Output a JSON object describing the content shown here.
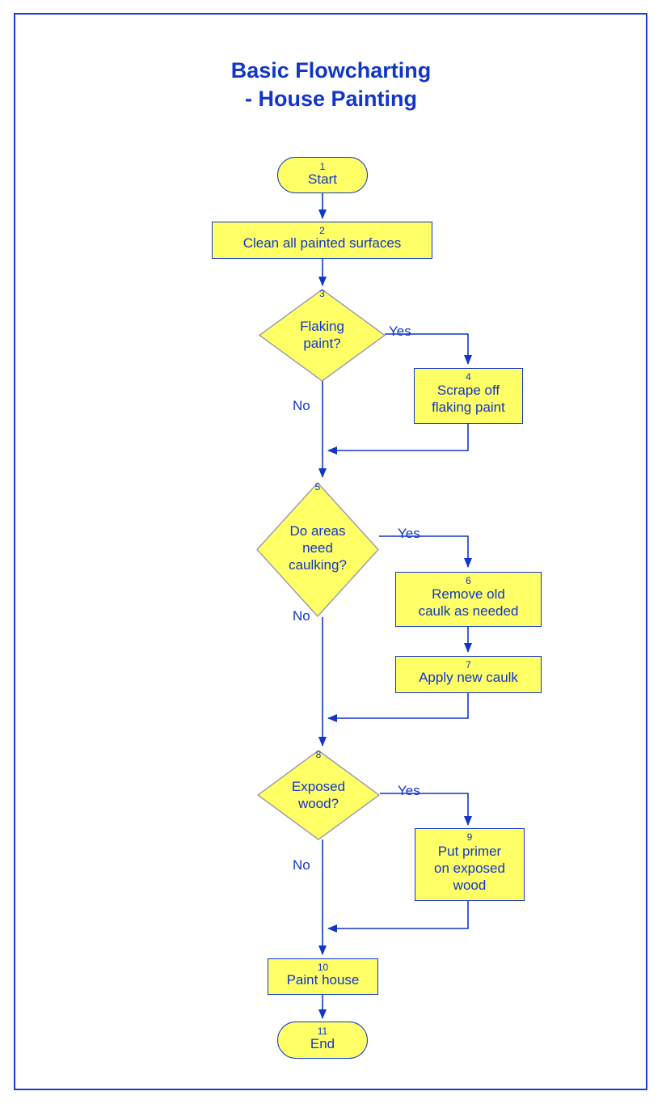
{
  "title": {
    "line1": "Basic Flowcharting",
    "line2": "- House Painting"
  },
  "colors": {
    "node_fill": "#ffff66",
    "node_stroke": "#1236c8",
    "text": "#1236c8",
    "page_border": "#1a3fd0",
    "background_weave": "#a0a0eb"
  },
  "chart_data": {
    "type": "diagram",
    "diagram_kind": "flowchart",
    "title": "Basic Flowcharting - House Painting",
    "nodes": [
      {
        "id": 1,
        "num": "1",
        "shape": "terminator",
        "label": "Start"
      },
      {
        "id": 2,
        "num": "2",
        "shape": "process",
        "label": "Clean all painted surfaces"
      },
      {
        "id": 3,
        "num": "3",
        "shape": "decision",
        "label": "Flaking\npaint?"
      },
      {
        "id": 4,
        "num": "4",
        "shape": "process",
        "label": "Scrape off\nflaking paint"
      },
      {
        "id": 5,
        "num": "5",
        "shape": "decision",
        "label": "Do areas\nneed\ncaulking?"
      },
      {
        "id": 6,
        "num": "6",
        "shape": "process",
        "label": "Remove old\ncaulk as needed"
      },
      {
        "id": 7,
        "num": "7",
        "shape": "process",
        "label": "Apply new caulk"
      },
      {
        "id": 8,
        "num": "8",
        "shape": "decision",
        "label": "Exposed\nwood?"
      },
      {
        "id": 9,
        "num": "9",
        "shape": "process",
        "label": "Put primer\non exposed\nwood"
      },
      {
        "id": 10,
        "num": "10",
        "shape": "process",
        "label": "Paint house"
      },
      {
        "id": 11,
        "num": "11",
        "shape": "terminator",
        "label": "End"
      }
    ],
    "edges": [
      {
        "from": 1,
        "to": 2,
        "label": ""
      },
      {
        "from": 2,
        "to": 3,
        "label": ""
      },
      {
        "from": 3,
        "to": 4,
        "label": "Yes"
      },
      {
        "from": 3,
        "to": 5,
        "label": "No"
      },
      {
        "from": 4,
        "to": 5,
        "label": ""
      },
      {
        "from": 5,
        "to": 6,
        "label": "Yes"
      },
      {
        "from": 5,
        "to": 8,
        "label": "No"
      },
      {
        "from": 6,
        "to": 7,
        "label": ""
      },
      {
        "from": 7,
        "to": 8,
        "label": ""
      },
      {
        "from": 8,
        "to": 9,
        "label": "Yes"
      },
      {
        "from": 8,
        "to": 10,
        "label": "No"
      },
      {
        "from": 9,
        "to": 10,
        "label": ""
      },
      {
        "from": 10,
        "to": 11,
        "label": ""
      }
    ],
    "edge_labels": {
      "yes_1": "Yes",
      "no_1": "No",
      "yes_2": "Yes",
      "no_2": "No",
      "yes_3": "Yes",
      "no_3": "No"
    }
  }
}
